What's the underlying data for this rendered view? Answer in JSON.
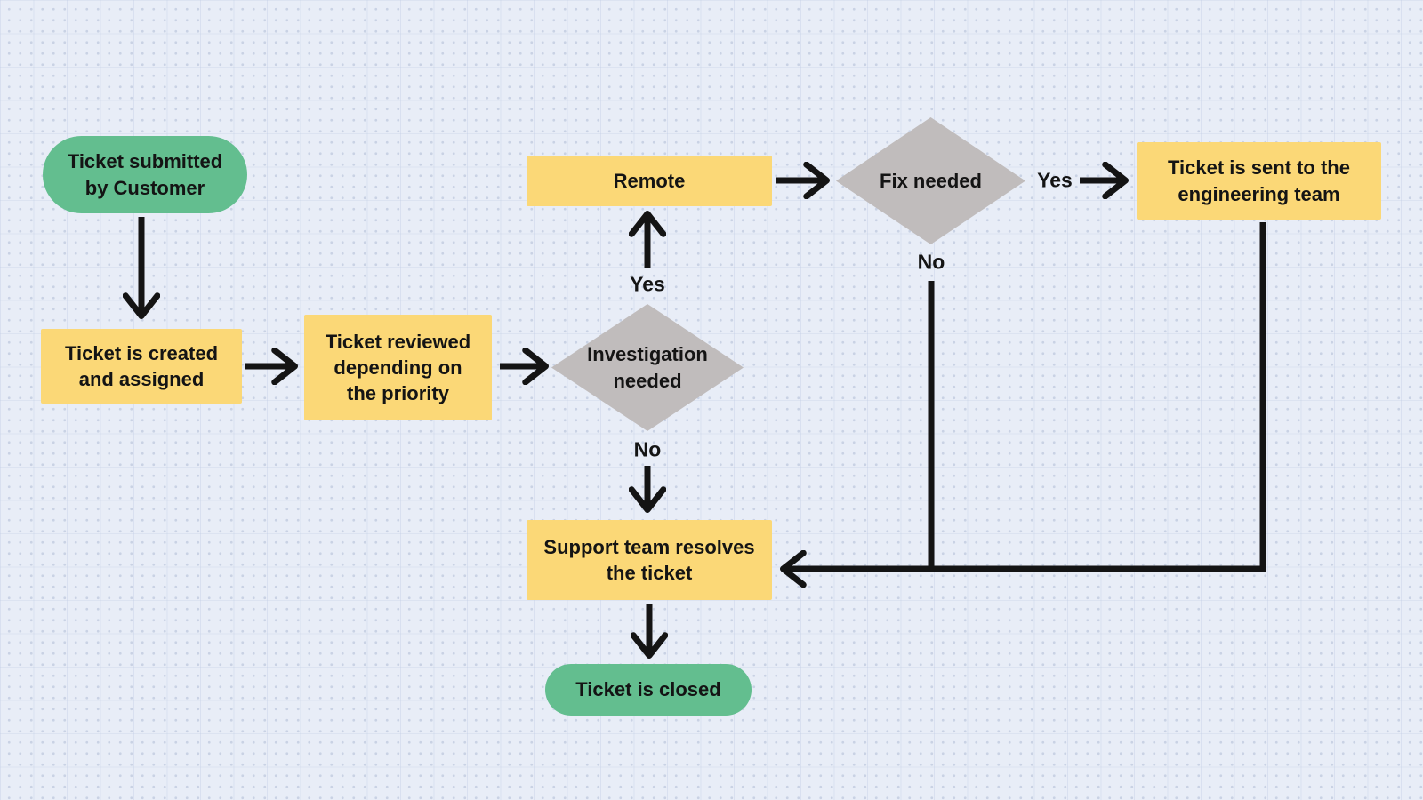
{
  "flowchart": {
    "nodes": {
      "start": {
        "label": "Ticket submitted by Customer",
        "shape": "terminator"
      },
      "created": {
        "label": "Ticket is created and assigned",
        "shape": "process"
      },
      "reviewed": {
        "label": "Ticket reviewed depending on the priority",
        "shape": "process"
      },
      "investigation": {
        "label": "Investigation needed",
        "shape": "decision"
      },
      "remote": {
        "label": "Remote",
        "shape": "process"
      },
      "fix": {
        "label": "Fix needed",
        "shape": "decision"
      },
      "engineering": {
        "label": "Ticket is sent to the engineering team",
        "shape": "process"
      },
      "support": {
        "label": "Support team resolves the ticket",
        "shape": "process"
      },
      "closed": {
        "label": "Ticket is closed",
        "shape": "terminator"
      }
    },
    "edge_labels": {
      "investigation_yes": "Yes",
      "investigation_no": "No",
      "fix_yes": "Yes",
      "fix_no": "No"
    },
    "colors": {
      "background": "#e8edf7",
      "dot": "#c9d2e4",
      "terminator": "#63be8f",
      "process": "#fbd877",
      "decision": "#c0bcbc",
      "line": "#141414",
      "text": "#141414"
    }
  }
}
